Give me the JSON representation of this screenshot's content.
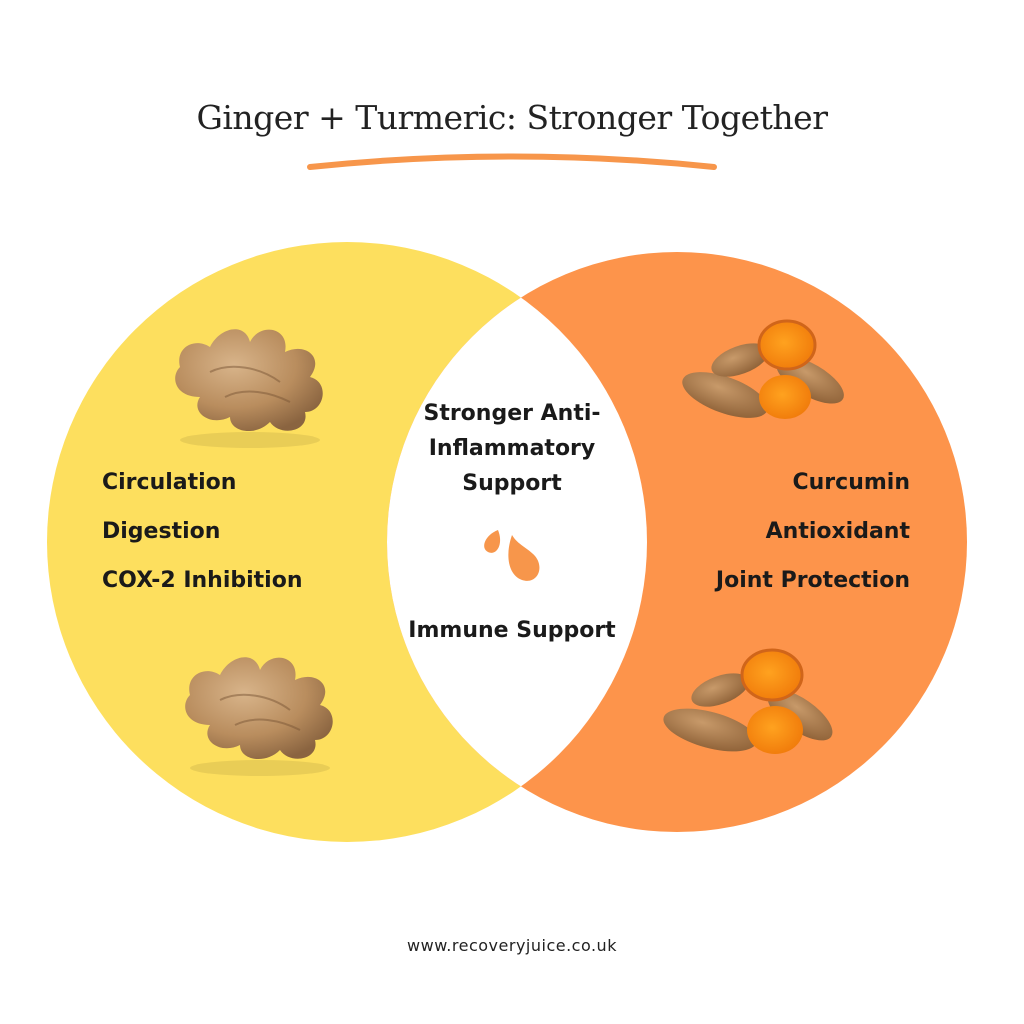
{
  "title": "Ginger + Turmeric: Stronger Together",
  "left": {
    "items": [
      "Circulation",
      "Digestion",
      "COX-2 Inhibition"
    ],
    "color": "#fddf5e",
    "image_icon": "ginger-root-icon"
  },
  "right": {
    "items": [
      "Curcumin",
      "Antioxidant",
      "Joint Protection"
    ],
    "color": "#fd944b",
    "image_icon": "turmeric-root-icon"
  },
  "center": {
    "top": "Stronger Anti-Inflammatory Support",
    "bottom": "Immune Support",
    "icon": "droplets-icon",
    "icon_color": "#f7964b"
  },
  "accent_color": "#f7964b",
  "footer": "www.recoveryjuice.co.uk"
}
